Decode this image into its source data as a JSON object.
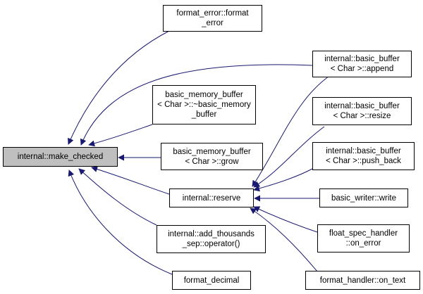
{
  "nodes": {
    "make_checked": "internal::make_checked",
    "format_error": "format_error::format\n_error",
    "dtor": "basic_memory_buffer\n< Char >::~basic_memory\n_buffer",
    "grow": "basic_memory_buffer\n< Char >::grow",
    "reserve": "internal::reserve",
    "add_thousands": "internal::add_thousands\n_sep::operator()",
    "format_decimal": "format_decimal",
    "append": "internal::basic_buffer\n< Char >::append",
    "resize": "internal::basic_buffer\n< Char >::resize",
    "push_back": "internal::basic_buffer\n< Char >::push_back",
    "writer_write": "basic_writer::write",
    "on_error": "float_spec_handler\n::on_error",
    "on_text": "format_handler::on_text"
  },
  "colors": {
    "edge": "#191970",
    "root_fill": "#bfbfbf",
    "box_border": "#000000"
  }
}
